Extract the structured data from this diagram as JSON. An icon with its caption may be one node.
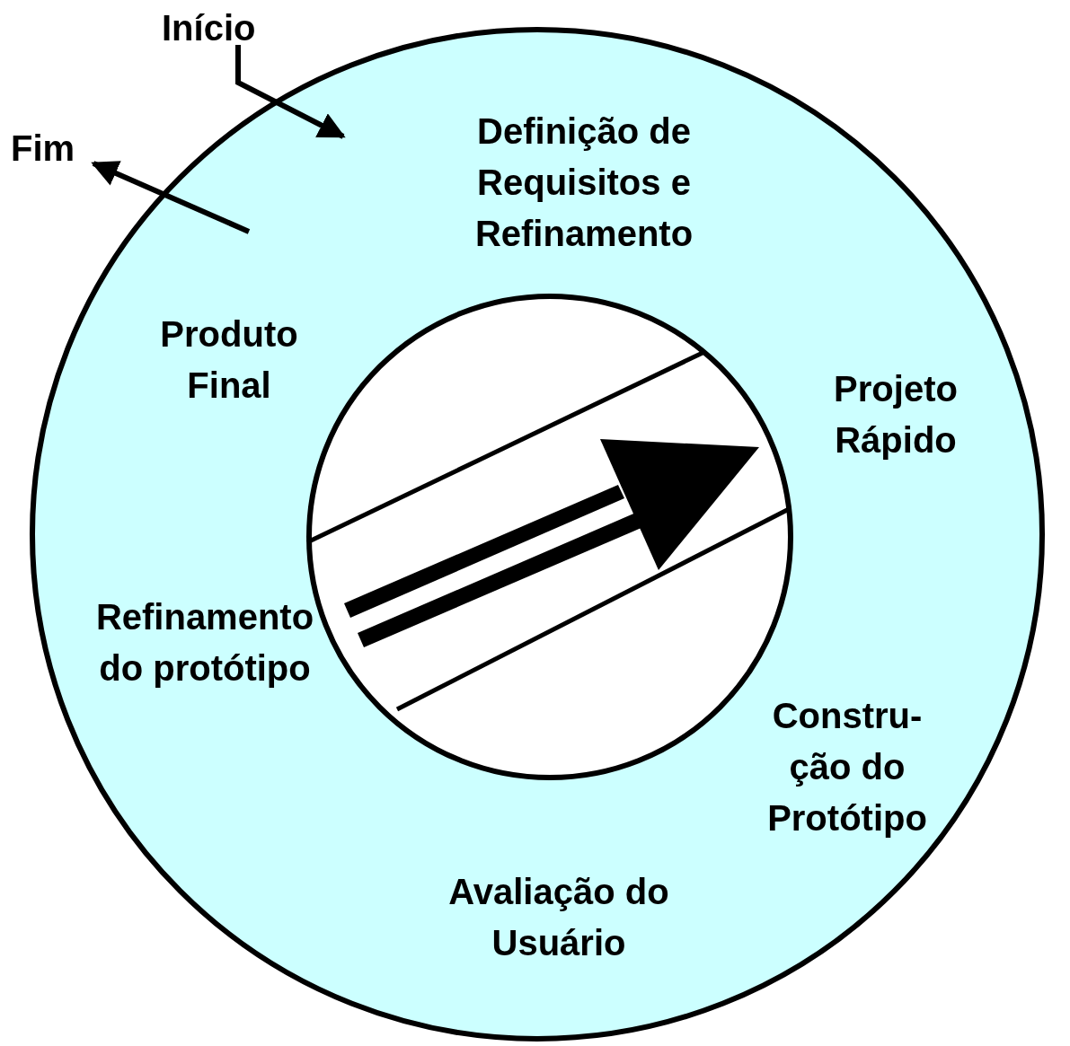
{
  "diagram": {
    "nodes": [
      {
        "text": [
          "Definição de Requisitos e Refinamento",
          "Produto Final",
          "Projeto Rápido",
          "Refinamento do protótipo",
          "Constru- ção do Protótipo",
          "Avaliação do Usuário"
        ]
      },
      {
        "text": [
          "Início"
        ]
      },
      {
        "text": [
          "Fim"
        ]
      }
    ],
    "edges": [
      {
        "from": 1,
        "to": 0,
        "arrow": "to"
      },
      {
        "from": 0,
        "to": 2,
        "arrow": "to"
      }
    ]
  }
}
